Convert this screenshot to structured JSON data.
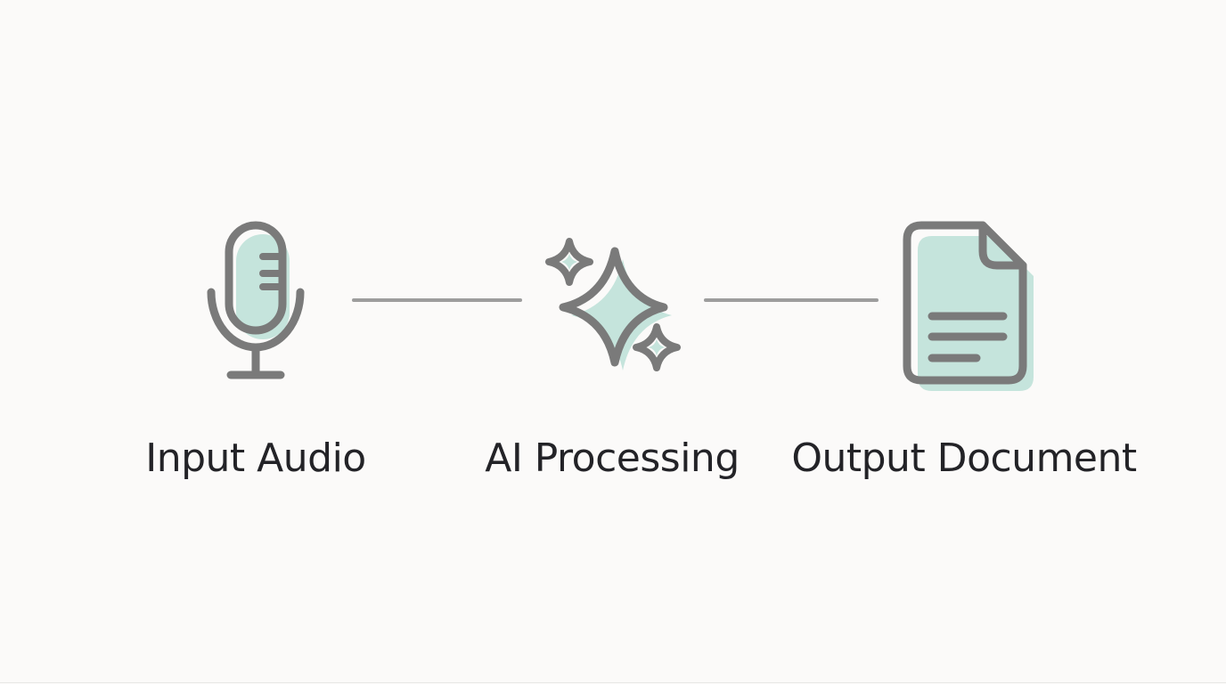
{
  "page": {
    "background": "#fbfaf9"
  },
  "colors": {
    "background": "#fbfaf9",
    "accent_fill": "#c5e4dc",
    "icon_stroke": "#7a7a7a",
    "connector": "#9d9d9d",
    "label_text": "#232327"
  },
  "flow": {
    "steps": [
      {
        "label": "Input Audio",
        "icon": "microphone-icon"
      },
      {
        "label": "AI Processing",
        "icon": "sparkles-icon"
      },
      {
        "label": "Output Document",
        "icon": "document-icon"
      }
    ],
    "connector_count": 2
  }
}
